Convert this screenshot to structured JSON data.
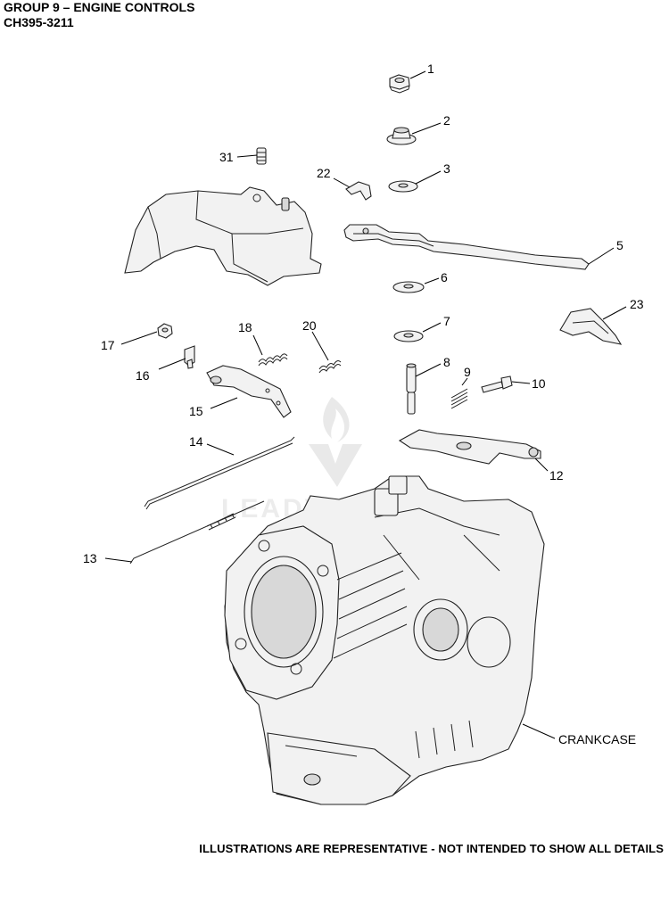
{
  "header": {
    "group_title": "GROUP 9 – ENGINE CONTROLS",
    "model_code": "CH395-3211"
  },
  "footer": {
    "disclaimer": "ILLUSTRATIONS ARE REPRESENTATIVE - NOT INTENDED TO SHOW ALL DETAILS"
  },
  "watermark": {
    "text": "LEADVENTURE"
  },
  "callouts": [
    {
      "id": "c1",
      "label": "1"
    },
    {
      "id": "c2",
      "label": "2"
    },
    {
      "id": "c3",
      "label": "3"
    },
    {
      "id": "c5",
      "label": "5"
    },
    {
      "id": "c6",
      "label": "6"
    },
    {
      "id": "c7",
      "label": "7"
    },
    {
      "id": "c8",
      "label": "8"
    },
    {
      "id": "c9",
      "label": "9"
    },
    {
      "id": "c10",
      "label": "10"
    },
    {
      "id": "c12",
      "label": "12"
    },
    {
      "id": "c13",
      "label": "13"
    },
    {
      "id": "c14",
      "label": "14"
    },
    {
      "id": "c15",
      "label": "15"
    },
    {
      "id": "c16",
      "label": "16"
    },
    {
      "id": "c17",
      "label": "17"
    },
    {
      "id": "c18",
      "label": "18"
    },
    {
      "id": "c20",
      "label": "20"
    },
    {
      "id": "c22",
      "label": "22"
    },
    {
      "id": "c23",
      "label": "23"
    },
    {
      "id": "c31",
      "label": "31"
    },
    {
      "id": "crankcase",
      "label": "CRANKCASE"
    }
  ]
}
